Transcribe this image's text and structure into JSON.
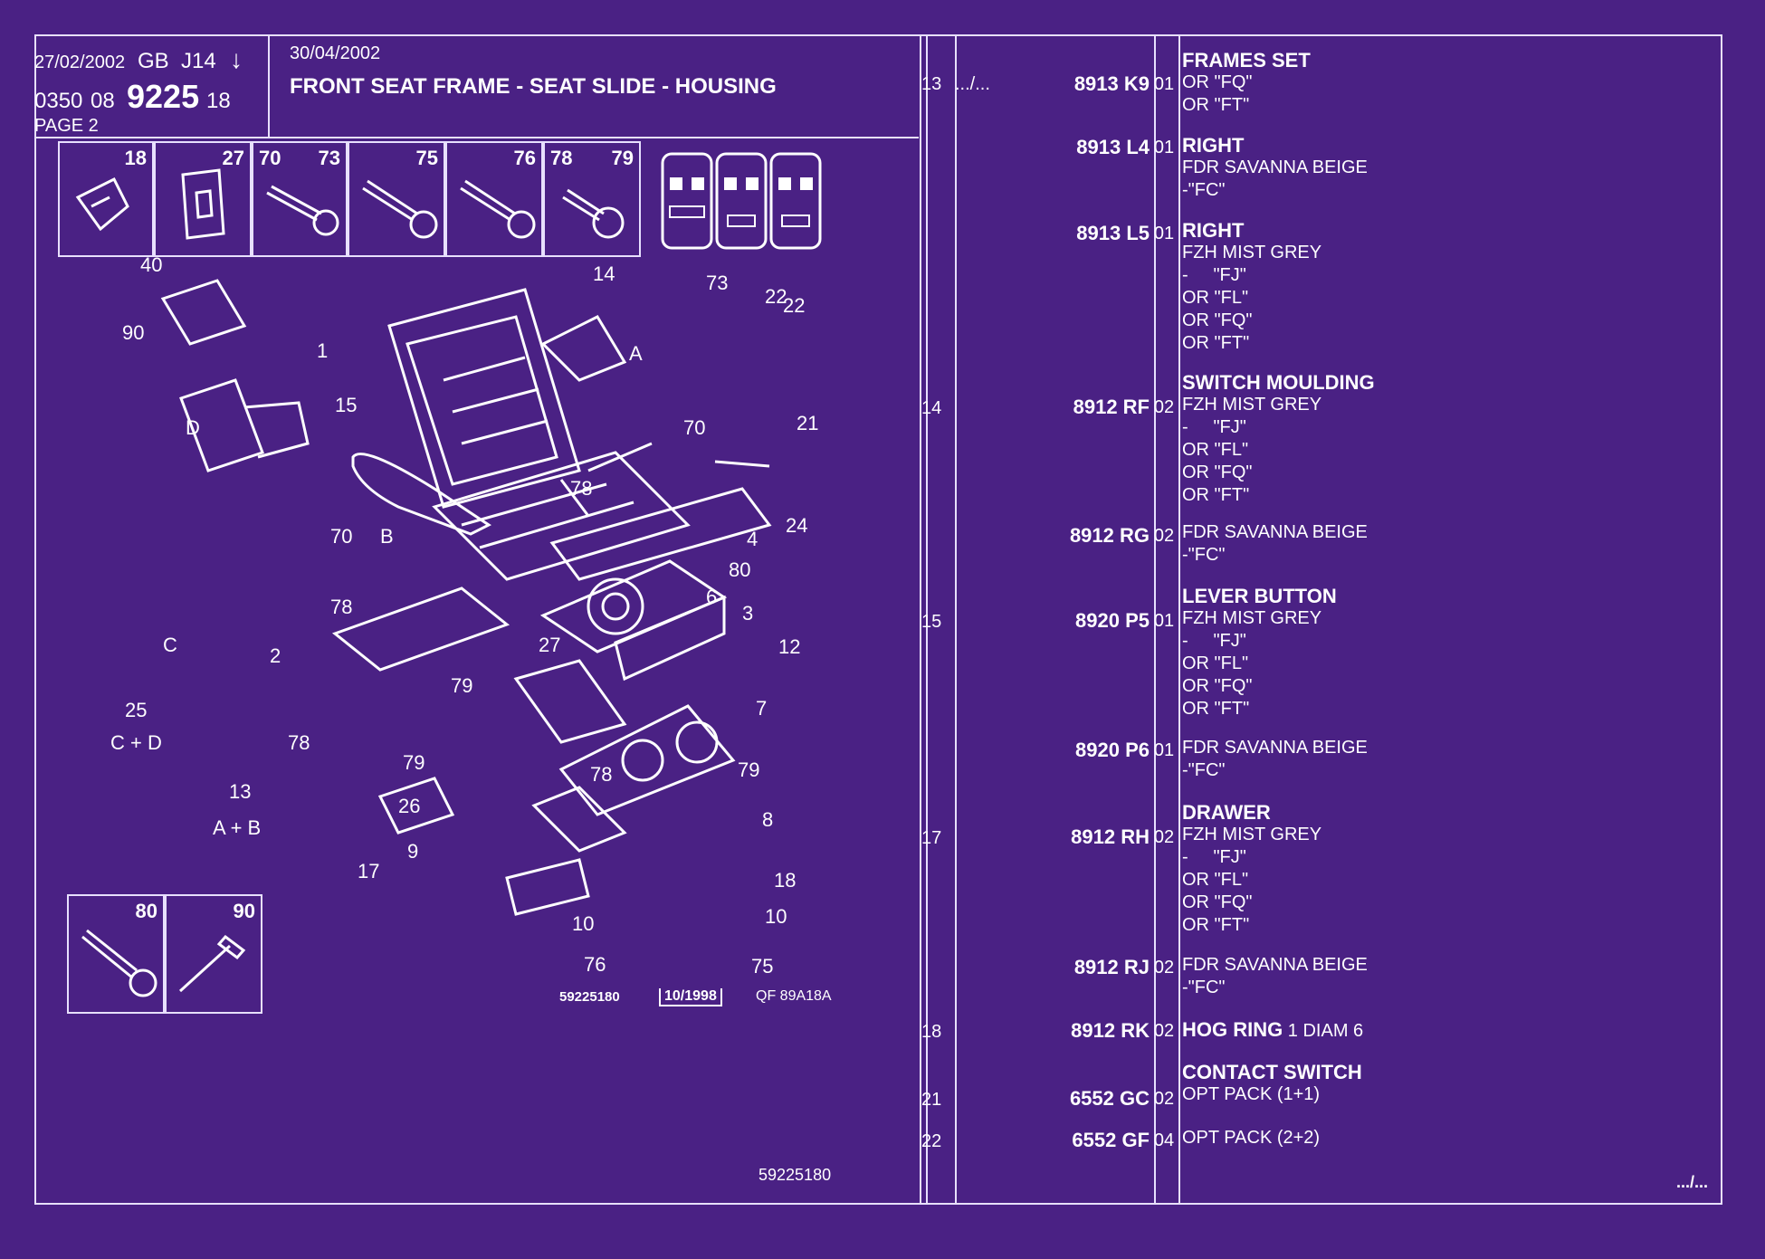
{
  "header": {
    "date1": "27/02/2002",
    "lang": "GB",
    "code": "J14",
    "arrow": "↓",
    "ref_a": "0350",
    "ref_b": "08",
    "ref_main": "9225",
    "ref_c": "18",
    "page": "PAGE 2",
    "date2": "30/04/2002",
    "title": "FRONT SEAT FRAME - SEAT SLIDE - HOUSING"
  },
  "thumbs": [
    "18",
    "27",
    "70",
    "73",
    "75",
    "76",
    "78",
    "79",
    "80",
    "90"
  ],
  "callouts": [
    "40",
    "90",
    "1",
    "15",
    "D",
    "14",
    "73",
    "22",
    "22",
    "A",
    "21",
    "70",
    "78",
    "70",
    "B",
    "4",
    "24",
    "80",
    "6",
    "3",
    "12",
    "C",
    "2",
    "78",
    "27",
    "79",
    "7",
    "25",
    "C + D",
    "78",
    "79",
    "78",
    "79",
    "13",
    "A + B",
    "26",
    "8",
    "9",
    "17",
    "18",
    "10",
    "10",
    "76",
    "75"
  ],
  "drawing_footer": {
    "ref": "59225180",
    "date": "10/1998",
    "code": "QF 89A18A"
  },
  "footer_ref": "59225180",
  "continue_top": ".../...",
  "continue_bottom": ".../...",
  "parts": [
    {
      "ref": "13",
      "pn": "8913 K9",
      "qty": "01",
      "lines": [
        "FRAMES SET",
        "OR \"FQ\"",
        "OR \"FT\""
      ]
    },
    {
      "ref": "",
      "pn": "8913 L4",
      "qty": "01",
      "lines": [
        "RIGHT",
        "FDR SAVANNA BEIGE",
        "-\"FC\""
      ]
    },
    {
      "ref": "",
      "pn": "8913 L5",
      "qty": "01",
      "lines": [
        "RIGHT",
        "FZH MIST GREY",
        "-     \"FJ\"",
        "OR \"FL\"",
        "OR \"FQ\"",
        "OR \"FT\""
      ]
    },
    {
      "ref": "14",
      "pn": "8912 RF",
      "qty": "02",
      "lines": [
        "SWITCH MOULDING",
        "FZH MIST GREY",
        "-     \"FJ\"",
        "OR \"FL\"",
        "OR \"FQ\"",
        "OR \"FT\""
      ]
    },
    {
      "ref": "",
      "pn": "8912 RG",
      "qty": "02",
      "lines": [
        "FDR SAVANNA BEIGE",
        "-\"FC\""
      ]
    },
    {
      "ref": "15",
      "pn": "8920 P5",
      "qty": "01",
      "lines": [
        "LEVER BUTTON",
        "FZH MIST GREY",
        "-     \"FJ\"",
        "OR \"FL\"",
        "OR \"FQ\"",
        "OR \"FT\""
      ]
    },
    {
      "ref": "",
      "pn": "8920 P6",
      "qty": "01",
      "lines": [
        "FDR SAVANNA BEIGE",
        "-\"FC\""
      ]
    },
    {
      "ref": "17",
      "pn": "8912 RH",
      "qty": "02",
      "lines": [
        "DRAWER",
        "FZH MIST GREY",
        "-     \"FJ\"",
        "OR \"FL\"",
        "OR \"FQ\"",
        "OR \"FT\""
      ]
    },
    {
      "ref": "",
      "pn": "8912 RJ",
      "qty": "02",
      "lines": [
        "FDR SAVANNA BEIGE",
        "-\"FC\""
      ]
    },
    {
      "ref": "18",
      "pn": "8912 RK",
      "qty": "02",
      "lines": [
        "HOG RING",
        "1 DIAM 6"
      ]
    },
    {
      "ref": "21",
      "pn": "6552 GC",
      "qty": "02",
      "lines": [
        "CONTACT SWITCH",
        "OPT PACK (1+1)"
      ]
    },
    {
      "ref": "22",
      "pn": "6552 GF",
      "qty": "04",
      "lines": [
        "OPT PACK (2+2)"
      ]
    }
  ]
}
